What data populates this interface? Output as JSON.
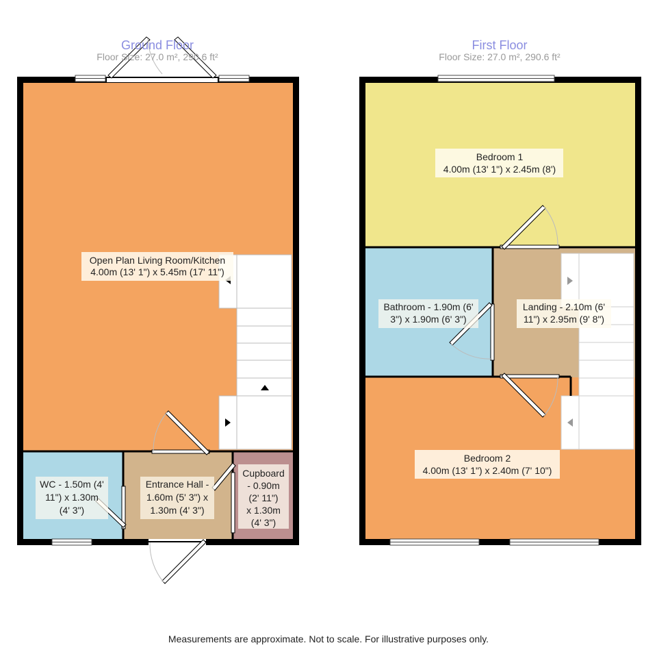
{
  "ground_floor": {
    "title": "Ground Floor",
    "floor_size": "Floor Size: 27.0 m², 290.6 ft²",
    "rooms": {
      "living": {
        "lines": [
          "Open Plan Living Room/Kitchen",
          "4.00m (13' 1\") x 5.45m (17' 11\")"
        ],
        "color": "#f4a460"
      },
      "wc": {
        "lines": [
          "WC - 1.50m (4'",
          "11\") x 1.30m",
          "(4' 3\")"
        ],
        "color": "#add8e6"
      },
      "hall": {
        "lines": [
          "Entrance Hall -",
          "1.60m (5' 3\") x",
          "1.30m (4' 3\")"
        ],
        "color": "#d2b48c"
      },
      "cupboard": {
        "lines": [
          "Cupboard",
          "- 0.90m",
          "(2' 11\")",
          "x 1.30m",
          "(4' 3\")"
        ],
        "color": "#bc8f8f"
      }
    }
  },
  "first_floor": {
    "title": "First Floor",
    "floor_size": "Floor Size: 27.0 m², 290.6 ft²",
    "rooms": {
      "bedroom1": {
        "lines": [
          "Bedroom 1",
          "4.00m (13' 1\") x 2.45m (8')"
        ],
        "color": "#f0e68c"
      },
      "bathroom": {
        "lines": [
          "Bathroom - 1.90m (6'",
          "3\") x 1.90m (6' 3\")"
        ],
        "color": "#add8e6"
      },
      "landing": {
        "lines": [
          "Landing - 2.10m (6'",
          "11\") x 2.95m (9' 8\")"
        ],
        "color": "#d2b48c"
      },
      "bedroom2": {
        "lines": [
          "Bedroom 2",
          "4.00m (13' 1\") x 2.40m (7' 10\")"
        ],
        "color": "#f4a460"
      }
    }
  },
  "disclaimer": "Measurements are approximate. Not to scale. For illustrative purposes only.",
  "colors": {
    "wall": "#000000",
    "stairs": "#ffffff",
    "title": "#8a8de0",
    "label_bg": "#fffbf0"
  }
}
